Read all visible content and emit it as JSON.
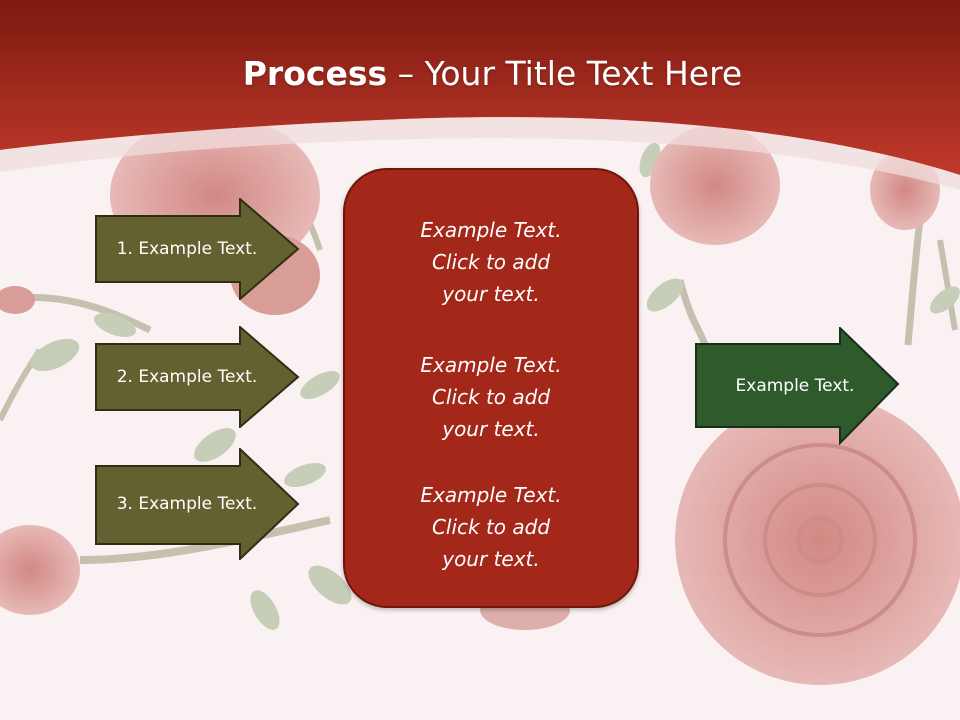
{
  "slide": {
    "title_bold": "Process",
    "title_rest": " – Your Title Text Here",
    "colors": {
      "header_red": "#b22f1f",
      "header_dark": "#7d1a10",
      "background": "#f9f1f2",
      "input_arrow": "#636130",
      "center_box": "#a4281a",
      "output_arrow": "#2f5a2c"
    },
    "inputs": [
      {
        "label": "1. Example Text."
      },
      {
        "label": "2. Example Text."
      },
      {
        "label": "3. Example Text."
      }
    ],
    "center_blocks": [
      {
        "line1": "Example Text.",
        "line2": "Click  to add",
        "line3": "your text."
      },
      {
        "line1": "Example Text.",
        "line2": "Click  to add",
        "line3": "your text."
      },
      {
        "line1": "Example Text.",
        "line2": "Click  to add",
        "line3": "your text."
      }
    ],
    "output": {
      "label": "Example Text."
    }
  }
}
